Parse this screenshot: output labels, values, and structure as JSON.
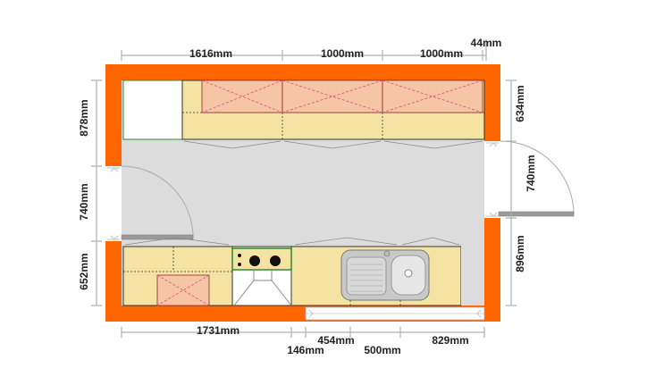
{
  "colors": {
    "wall": "#ff6600",
    "floor": "#dcdcdc",
    "cabinet": "#f5e3a3",
    "upper_cabinet": "#f5c5a5",
    "dimension_line": "#b0b0b0",
    "sink": "#c8c8c8",
    "hob_frame": "#2e8b2e"
  },
  "dimensions": {
    "top": [
      "1616mm",
      "1000mm",
      "1000mm",
      "44mm"
    ],
    "left": [
      "878mm",
      "740mm",
      "652mm"
    ],
    "right": [
      "634mm",
      "740mm",
      "896mm"
    ],
    "bottom": [
      "1731mm",
      "146mm",
      "454mm",
      "500mm",
      "829mm"
    ]
  },
  "icons": {
    "door_left": "door-swing-icon",
    "door_right": "door-swing-icon",
    "hob": "hob-burners-icon",
    "sink": "double-sink-icon"
  }
}
